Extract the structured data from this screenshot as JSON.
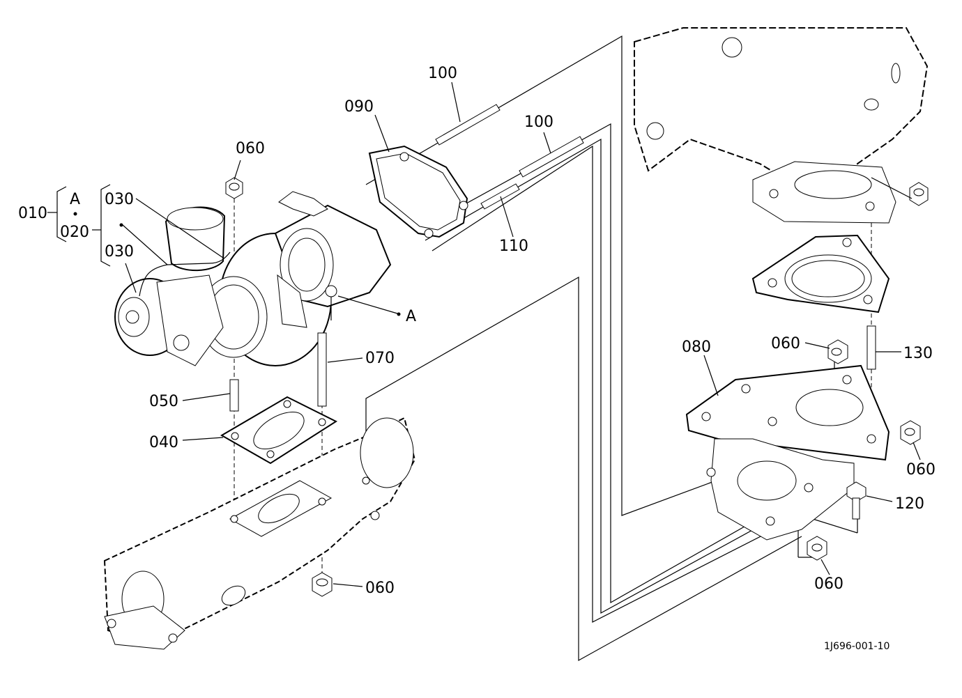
{
  "diagram": {
    "reference_code": "1J696-001-10",
    "labels": {
      "p010": "010",
      "p020": "020",
      "pA_top": "A",
      "pA_side": "A",
      "p030_top": "030",
      "p030_bot": "030",
      "p060_top": "060",
      "p060_bottom": "060",
      "p060_rt_top": "060",
      "p060_rt_mid": "060",
      "p060_rt_bot": "060",
      "p100_a": "100",
      "p100_b": "100",
      "p090": "090",
      "p110": "110",
      "p070": "070",
      "p050": "050",
      "p040": "040",
      "p080": "080",
      "p130": "130",
      "p120": "120"
    }
  }
}
